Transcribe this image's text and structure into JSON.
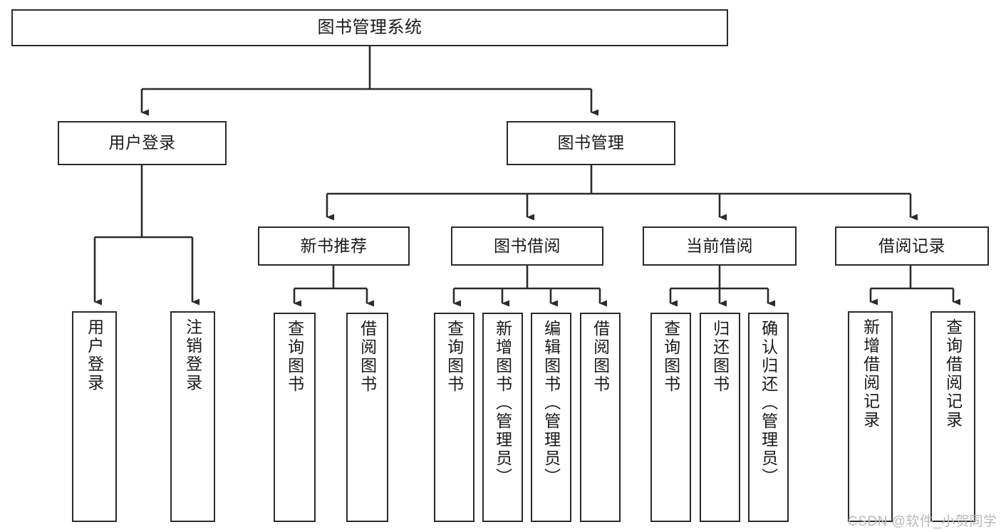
{
  "diagram": {
    "title": "图书管理系统",
    "type": "功能结构图",
    "watermark": "CSDN @软件_小贺同学",
    "colors": {
      "node_border": "#2b2b2b",
      "node_fill": "#ffffff",
      "edge": "#2b2b2b",
      "text": "#1a1a1a",
      "watermark": "#b9b9b9",
      "background": "#ffffff"
    },
    "levels": [
      {
        "level": 1,
        "nodes": [
          {
            "id": "root",
            "label": "图书管理系统",
            "orientation": "horizontal"
          }
        ]
      },
      {
        "level": 2,
        "nodes": [
          {
            "id": "login",
            "label": "用户登录",
            "orientation": "horizontal",
            "parent": "root"
          },
          {
            "id": "bookmgmt",
            "label": "图书管理",
            "orientation": "horizontal",
            "parent": "root"
          }
        ]
      },
      {
        "level": 3,
        "nodes": [
          {
            "id": "newbook",
            "label": "新书推荐",
            "orientation": "horizontal",
            "parent": "bookmgmt"
          },
          {
            "id": "borrow",
            "label": "图书借阅",
            "orientation": "horizontal",
            "parent": "bookmgmt"
          },
          {
            "id": "current",
            "label": "当前借阅",
            "orientation": "horizontal",
            "parent": "bookmgmt"
          },
          {
            "id": "records",
            "label": "借阅记录",
            "orientation": "horizontal",
            "parent": "bookmgmt"
          }
        ]
      },
      {
        "level": 4,
        "nodes": [
          {
            "id": "leaf1",
            "label": "用户登录",
            "orientation": "vertical",
            "parent": "login"
          },
          {
            "id": "leaf2",
            "label": "注销登录",
            "orientation": "vertical",
            "parent": "login"
          },
          {
            "id": "leaf3",
            "label": "查询图书",
            "orientation": "vertical",
            "parent": "newbook"
          },
          {
            "id": "leaf4",
            "label": "借阅图书",
            "orientation": "vertical",
            "parent": "newbook"
          },
          {
            "id": "leaf5",
            "label": "查询图书",
            "orientation": "vertical",
            "parent": "borrow"
          },
          {
            "id": "leaf6",
            "label": "新增图书（管理员）",
            "orientation": "vertical",
            "parent": "borrow"
          },
          {
            "id": "leaf7",
            "label": "编辑图书（管理员）",
            "orientation": "vertical",
            "parent": "borrow"
          },
          {
            "id": "leaf8",
            "label": "借阅图书",
            "orientation": "vertical",
            "parent": "borrow"
          },
          {
            "id": "leaf9",
            "label": "查询图书",
            "orientation": "vertical",
            "parent": "current"
          },
          {
            "id": "leaf10",
            "label": "归还图书",
            "orientation": "vertical",
            "parent": "current"
          },
          {
            "id": "leaf11",
            "label": "确认归还（管理员）",
            "orientation": "vertical",
            "parent": "current"
          },
          {
            "id": "leaf12",
            "label": "新增借阅记录",
            "orientation": "vertical",
            "parent": "records"
          },
          {
            "id": "leaf13",
            "label": "查询借阅记录",
            "orientation": "vertical",
            "parent": "records"
          }
        ]
      }
    ]
  }
}
